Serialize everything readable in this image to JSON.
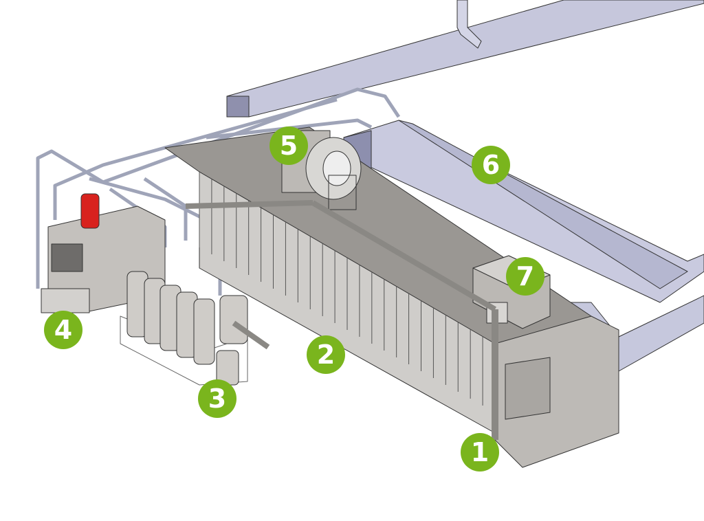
{
  "diagram": {
    "marker_color": "#7ab51d",
    "markers": [
      {
        "label": "1"
      },
      {
        "label": "2"
      },
      {
        "label": "3"
      },
      {
        "label": "4"
      },
      {
        "label": "5"
      },
      {
        "label": "6"
      },
      {
        "label": "7"
      }
    ]
  }
}
